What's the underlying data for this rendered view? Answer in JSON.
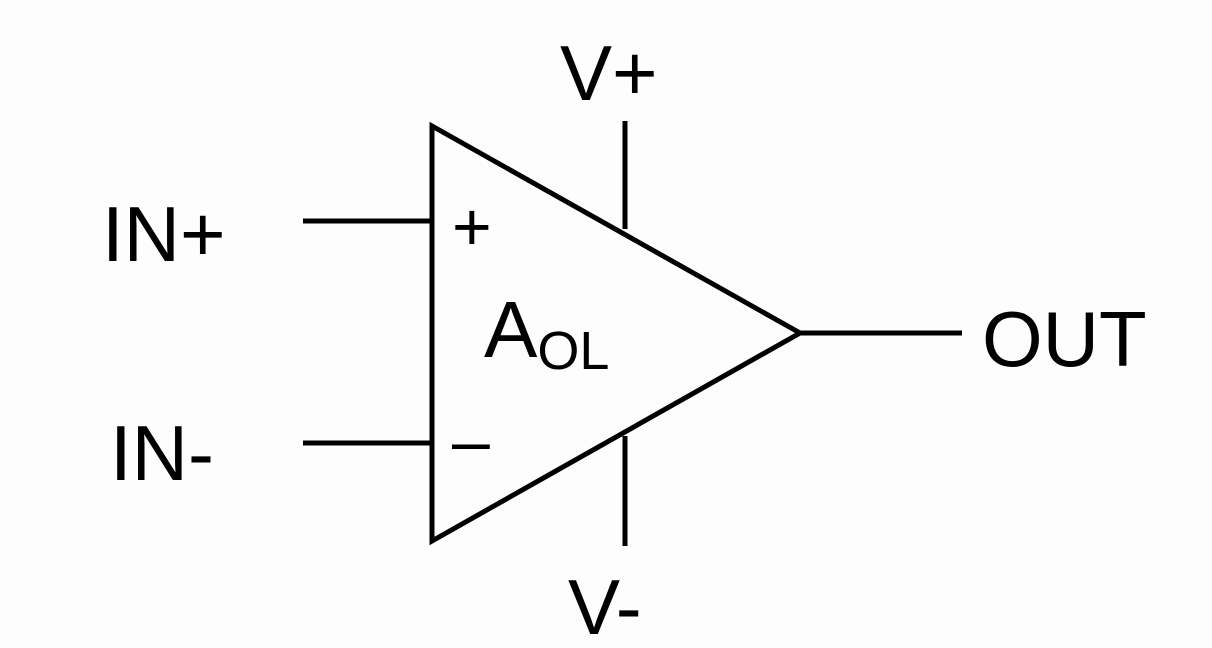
{
  "diagram": {
    "title": "",
    "inputs": {
      "non_inverting_label": "IN+",
      "inverting_label": "IN-"
    },
    "supply": {
      "positive_label": "V+",
      "negative_label": "V-"
    },
    "output_label": "OUT",
    "gain": {
      "main": "A",
      "subscript": "OL"
    },
    "pin_markers": {
      "plus": "+",
      "minus": "–"
    },
    "colors": {
      "line": "#000000",
      "background": "#fdfdfd"
    }
  }
}
